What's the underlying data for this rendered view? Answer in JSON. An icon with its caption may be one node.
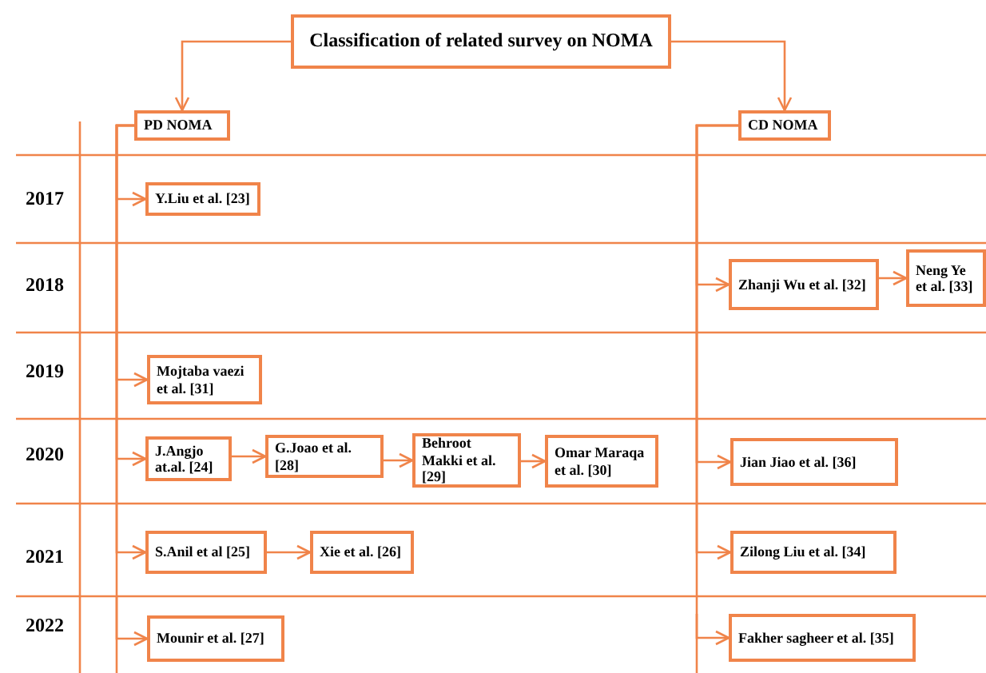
{
  "diagram": {
    "nodes": [
      {
        "text": [
          "Classification of related survey on NOMA"
        ]
      },
      {
        "text": [
          "PD NOMA"
        ]
      },
      {
        "text": [
          "CD NOMA"
        ]
      },
      {
        "text": [
          "Y.Liu et al. [23]"
        ]
      },
      {
        "text": [
          "Zhanji Wu et al. [32]"
        ]
      },
      {
        "text": [
          "Neng Ye et al. [33]"
        ]
      },
      {
        "text": [
          "Mojtaba vaezi et al. [31]"
        ]
      },
      {
        "text": [
          "J.Angjo at.al. [24]"
        ]
      },
      {
        "text": [
          "G.Joao et al. [28]"
        ]
      },
      {
        "text": [
          "Behroot Makki et al. [29]"
        ]
      },
      {
        "text": [
          "Omar Maraqa et al. [30]"
        ]
      },
      {
        "text": [
          "Jian Jiao et al. [36]"
        ]
      },
      {
        "text": [
          "S.Anil et al [25]"
        ]
      },
      {
        "text": [
          "Xie et al. [26]"
        ]
      },
      {
        "text": [
          "Zilong Liu et al. [34]"
        ]
      },
      {
        "text": [
          "Mounir et al. [27]"
        ]
      },
      {
        "text": [
          "Fakher sagheer et al. [35]"
        ]
      }
    ],
    "edges": [
      {
        "from": 0,
        "to": 1,
        "arrow": "to"
      },
      {
        "from": 0,
        "to": 2,
        "arrow": "to"
      },
      {
        "from": 1,
        "to": 3,
        "arrow": "to"
      },
      {
        "from": 1,
        "to": 6,
        "arrow": "to"
      },
      {
        "from": 1,
        "to": 7,
        "arrow": "to"
      },
      {
        "from": 1,
        "to": 12,
        "arrow": "to"
      },
      {
        "from": 1,
        "to": 15,
        "arrow": "to"
      },
      {
        "from": 2,
        "to": 4,
        "arrow": "to"
      },
      {
        "from": 2,
        "to": 11,
        "arrow": "to"
      },
      {
        "from": 2,
        "to": 14,
        "arrow": "to"
      },
      {
        "from": 2,
        "to": 16,
        "arrow": "to"
      },
      {
        "from": 4,
        "to": 5,
        "arrow": "to"
      },
      {
        "from": 7,
        "to": 8,
        "arrow": "to"
      },
      {
        "from": 8,
        "to": 9,
        "arrow": "to"
      },
      {
        "from": 9,
        "to": 10,
        "arrow": "to"
      },
      {
        "from": 12,
        "to": 13,
        "arrow": "to"
      }
    ],
    "labels": [
      "2017",
      "2018",
      "2019",
      "2020",
      "2021",
      "2022"
    ]
  }
}
